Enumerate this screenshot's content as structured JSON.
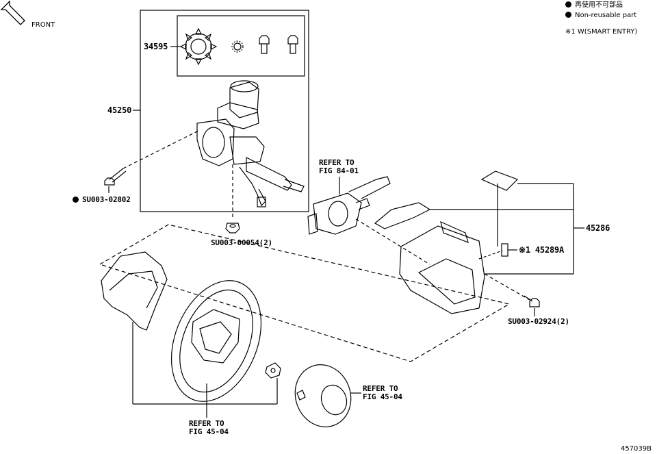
{
  "legend": {
    "line1": "再使用不可部品",
    "line2": "Non-reusable part",
    "line3": "※1 W(SMART ENTRY)"
  },
  "front_label": "FRONT",
  "figure_id": "457039B",
  "parts": {
    "p34595": "34595",
    "p45250": "45250",
    "p45286": "45286",
    "p45289a": "※1 45289A",
    "su_02802": "SU003-02802",
    "su_00054": "SU003-00054(2)",
    "su_02924": "SU003-02924(2)"
  },
  "refs": {
    "ref_top_line1": "REFER TO",
    "ref_top_line2": "FIG 84-01",
    "ref_right_line1": "REFER TO",
    "ref_right_line2": "FIG 45-04",
    "ref_bottom_line1": "REFER TO",
    "ref_bottom_line2": "FIG 45-04"
  }
}
